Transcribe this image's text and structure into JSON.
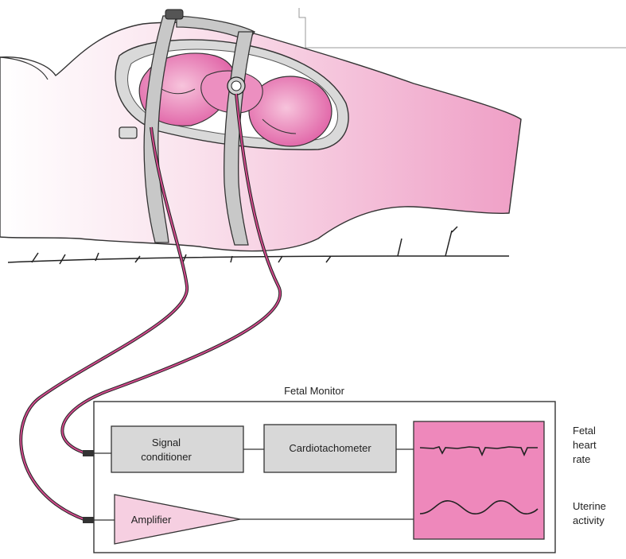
{
  "monitor": {
    "title": "Fetal Monitor",
    "signal_conditioner": [
      "Signal",
      "conditioner"
    ],
    "cardiotachometer": "Cardiotachometer",
    "amplifier": "Amplifier"
  },
  "outputs": {
    "fetal_heart_rate": [
      "Fetal",
      "heart",
      "rate"
    ],
    "uterine_activity": [
      "Uterine",
      "activity"
    ]
  },
  "colors": {
    "body_pink": "#f4c6dc",
    "body_pink_dark": "#ec9cc4",
    "fetus_pink": "#e870b4",
    "display_pink": "#ee88bb",
    "amplifier_pink": "#f6cfe1",
    "box_gray": "#d8d8d8",
    "strap_gray": "#c8c8c8",
    "cable": "#b0306e"
  }
}
